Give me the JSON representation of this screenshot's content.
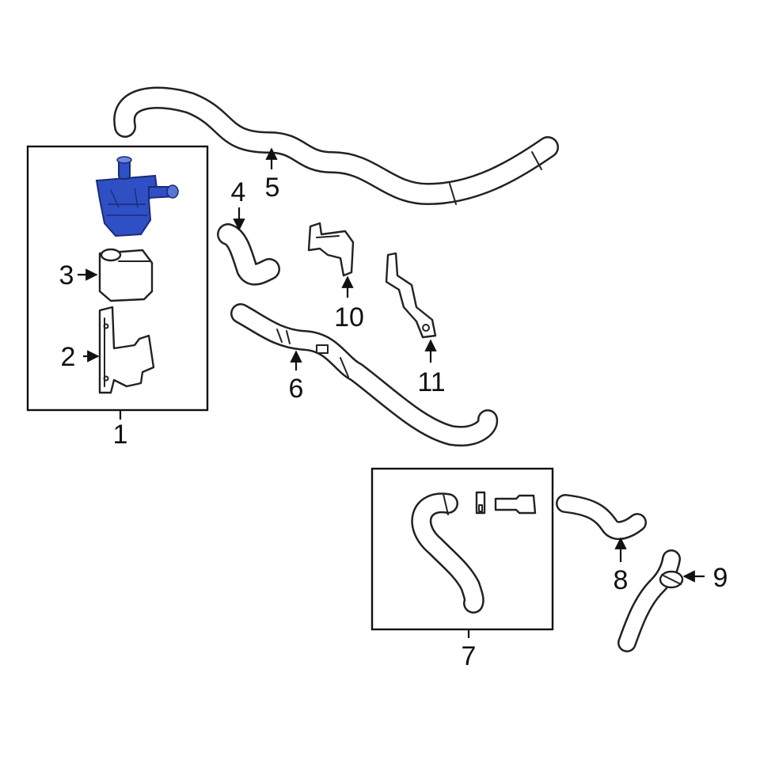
{
  "highlight_color": "#2f4fc4",
  "callouts": {
    "c1": "1",
    "c2": "2",
    "c3": "3",
    "c4": "4",
    "c5": "5",
    "c6": "6",
    "c7": "7",
    "c8": "8",
    "c9": "9",
    "c10": "10",
    "c11": "11"
  }
}
